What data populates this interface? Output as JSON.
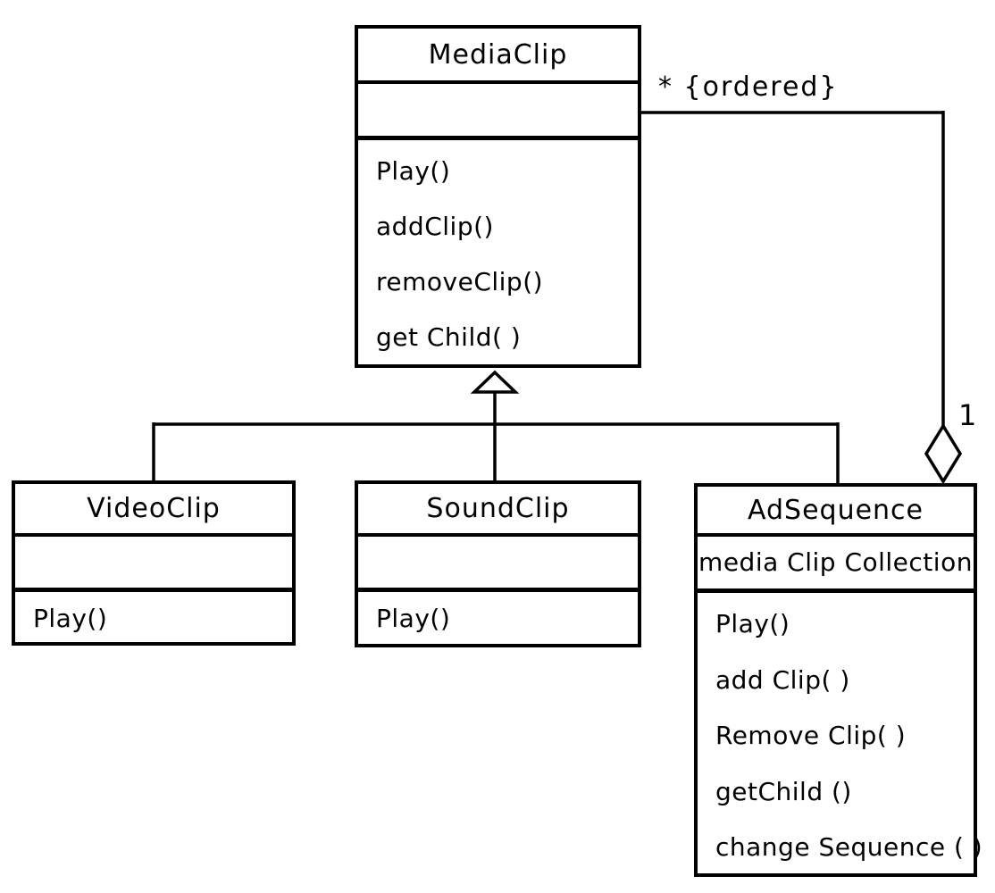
{
  "diagram": {
    "classes": {
      "media_clip": {
        "name": "MediaClip",
        "attributes": [],
        "methods": [
          "Play()",
          "addClip()",
          "removeClip()",
          "get Child( )"
        ]
      },
      "video_clip": {
        "name": "VideoClip",
        "attributes": [],
        "methods": [
          "Play()"
        ]
      },
      "sound_clip": {
        "name": "SoundClip",
        "attributes": [],
        "methods": [
          "Play()"
        ]
      },
      "ad_sequence": {
        "name": "AdSequence",
        "attributes": [
          "media Clip Collection"
        ],
        "methods": [
          "Play()",
          "add Clip( )",
          "Remove Clip( )",
          "getChild ()",
          "change Sequence ( )"
        ]
      }
    },
    "relationships": {
      "aggregation": {
        "label": "* {ordered}",
        "target_multiplicity": "1"
      }
    },
    "colors": {
      "stroke": "#000000",
      "background": "#ffffff"
    }
  }
}
